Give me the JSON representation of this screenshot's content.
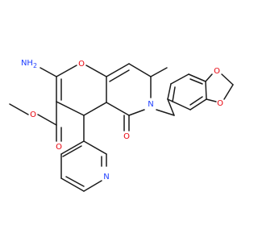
{
  "diagram": {
    "labels": {
      "amino": "NH",
      "amino_sub": "2",
      "ring_o": "O",
      "ketone_o": "O",
      "n_ring": "N",
      "ester_o_carbonyl": "O",
      "ester_o_ether": "O",
      "pyridine_n": "N",
      "dioxole_o_top": "O",
      "dioxole_o_bottom": "O"
    },
    "colors": {
      "bond": "#1a1a1a",
      "oxygen": "#e8000b",
      "nitrogen": "#1f3fff"
    }
  }
}
